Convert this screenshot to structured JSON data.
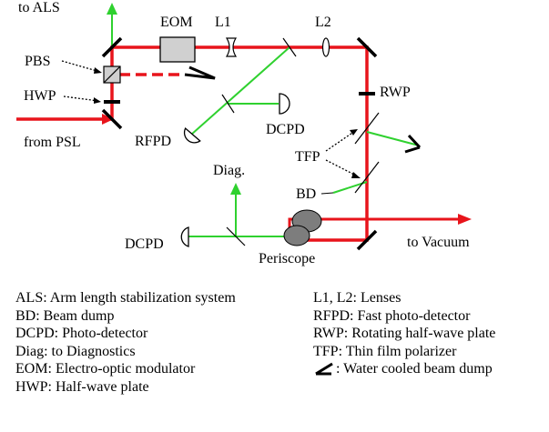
{
  "labels": {
    "to_als": "to ALS",
    "eom": "EOM",
    "l1": "L1",
    "l2": "L2",
    "pbs": "PBS",
    "hwp": "HWP",
    "from_psl": "from PSL",
    "rwp": "RWP",
    "rfpd": "RFPD",
    "dcpd_top": "DCPD",
    "tfp": "TFP",
    "diag": "Diag.",
    "bd": "BD",
    "dcpd_bottom": "DCPD",
    "periscope": "Periscope",
    "to_vacuum": "to Vacuum"
  },
  "legend": {
    "left": [
      "ALS: Arm length stabilization system",
      "BD: Beam dump",
      "DCPD: Photo-detector",
      "Diag: to Diagnostics",
      "EOM: Electro-optic modulator",
      "HWP: Half-wave plate"
    ],
    "right": [
      "L1, L2: Lenses",
      "RFPD: Fast photo-detector",
      "RWP: Rotating half-wave plate",
      "TFP: Thin film polarizer",
      ": Water cooled beam dump"
    ]
  },
  "colors": {
    "red_beam": "#e8141b",
    "green_beam": "#2fd12f",
    "eom_fill": "#d0d0d0",
    "periscope_fill": "#7d7d7d"
  }
}
